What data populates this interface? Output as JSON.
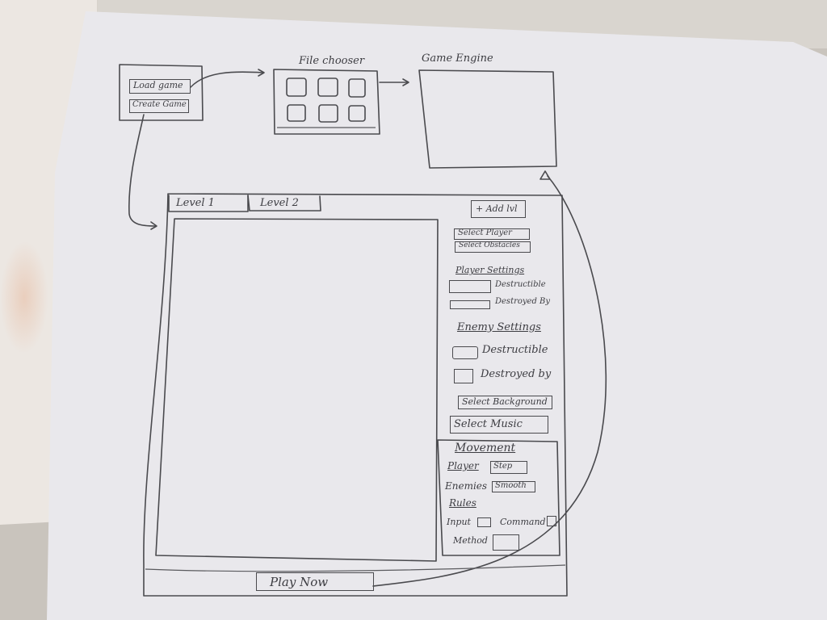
{
  "start_menu": {
    "load_game": "Load game",
    "create_game": "Create Game"
  },
  "file_chooser": {
    "title": "File chooser"
  },
  "game_engine": {
    "title": "Game Engine"
  },
  "editor": {
    "tabs": [
      {
        "label": "Level 1"
      },
      {
        "label": "Level 2"
      }
    ],
    "add_level": "+ Add lvl",
    "select_player": "Select Player",
    "select_obstacles": "Select Obstacles",
    "player_settings": {
      "heading": "Player Settings",
      "destructible": "Destructible",
      "destroyed_by": "Destroyed By"
    },
    "enemy_settings": {
      "heading": "Enemy Settings",
      "destructible": "Destructible",
      "destroyed_by": "Destroyed by"
    },
    "select_background": "Select Background",
    "select_music": "Select Music",
    "movement": {
      "heading": "Movement",
      "player_label": "Player",
      "player_value": "Step",
      "enemies_label": "Enemies",
      "enemies_value": "Smooth"
    },
    "rules": {
      "heading": "Rules",
      "input": "Input",
      "command": "Command",
      "method": "Method"
    },
    "play_now": "Play Now"
  }
}
